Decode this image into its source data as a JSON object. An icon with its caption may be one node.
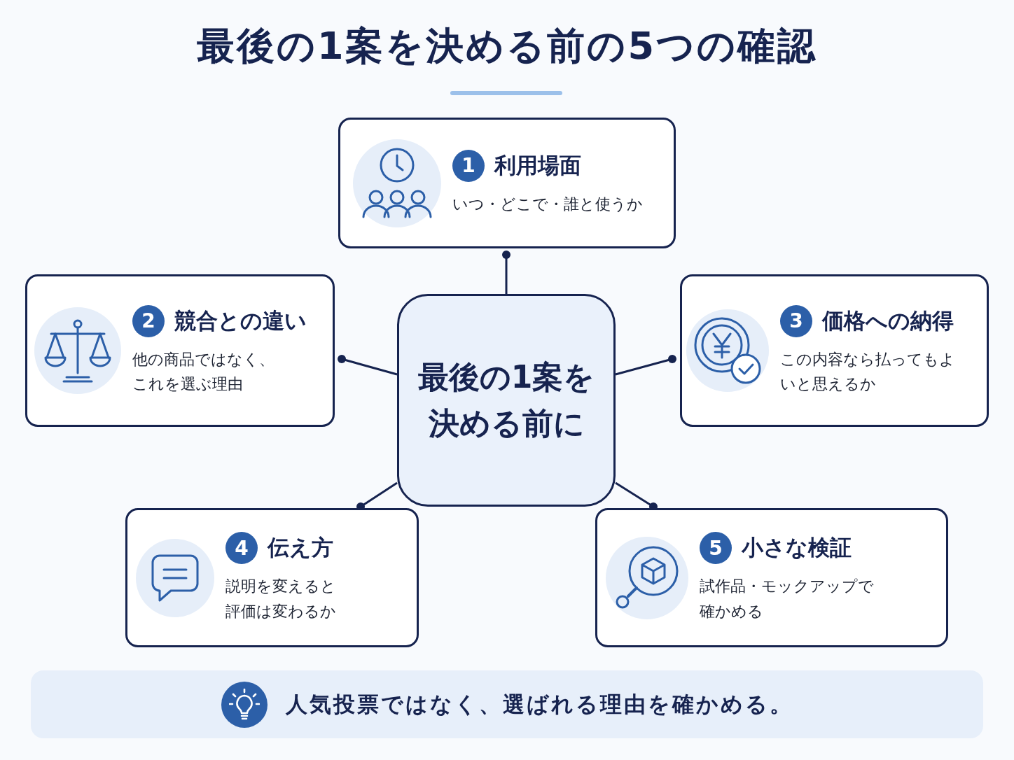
{
  "diagram": {
    "title": "最後の1案を決める前の5つの確認",
    "nodes": [
      {
        "text": [
          "1",
          "利用場面",
          "いつ・どこで・誰と使うか"
        ]
      },
      {
        "text": [
          "2",
          "競合との違い",
          "他の商品ではなく、これを選ぶ理由"
        ]
      },
      {
        "text": [
          "最後の1案を決める前に"
        ]
      },
      {
        "text": [
          "3",
          "価格への納得",
          "この内容なら払ってもよいと思えるか"
        ]
      },
      {
        "text": [
          "4",
          "伝え方",
          "説明を変えると評価は変わるか"
        ]
      },
      {
        "text": [
          "5",
          "小さな検証",
          "試作品・モックアップで確かめる"
        ]
      },
      {
        "text": [
          "人気投票ではなく、選ばれる理由を確かめる。"
        ]
      }
    ],
    "edges": [
      {
        "from": 2,
        "to": 0,
        "arrow": "other"
      },
      {
        "from": 2,
        "to": 1,
        "arrow": "other"
      },
      {
        "from": 2,
        "to": 3,
        "arrow": "other"
      },
      {
        "from": 2,
        "to": 4,
        "arrow": "other"
      },
      {
        "from": 2,
        "to": 5,
        "arrow": "other"
      }
    ]
  }
}
